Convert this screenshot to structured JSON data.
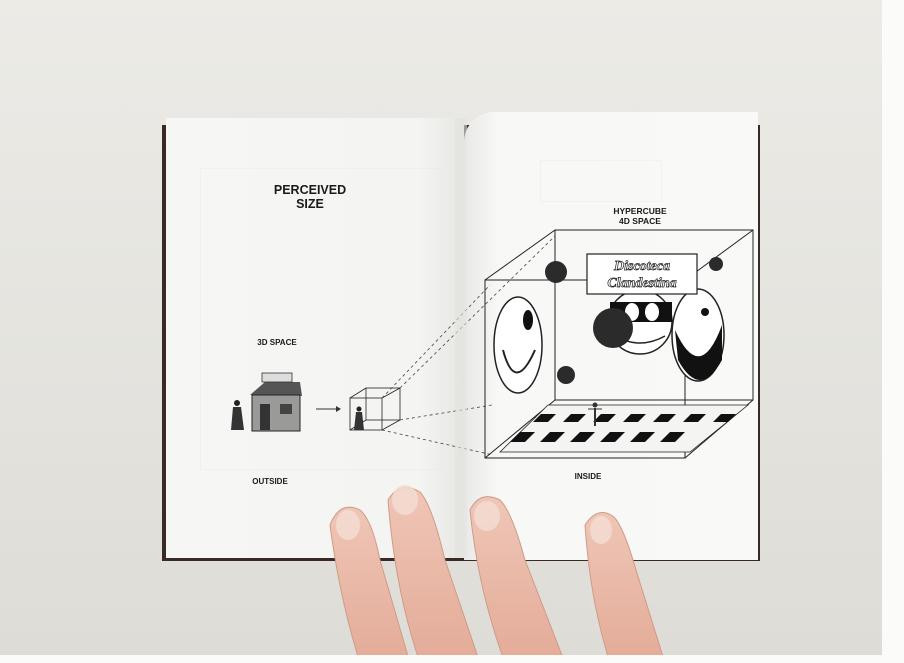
{
  "scene": {
    "description_ref": "photo-open-booklet",
    "colors": {
      "background": "#e8e7e2",
      "page": "#f7f7f5",
      "ink": "#1a1a1a",
      "skin": "#e9b7a6",
      "cover": "#3a2a25"
    }
  },
  "left_page": {
    "title": "PERCEIVED\nSIZE",
    "label_space": "3D SPACE",
    "label_outside": "OUTSIDE"
  },
  "right_page": {
    "title": "HYPERCUBE\n4D SPACE",
    "sign_line1": "Discoteca",
    "sign_line2": "Clandestina",
    "label_inside": "INSIDE"
  }
}
